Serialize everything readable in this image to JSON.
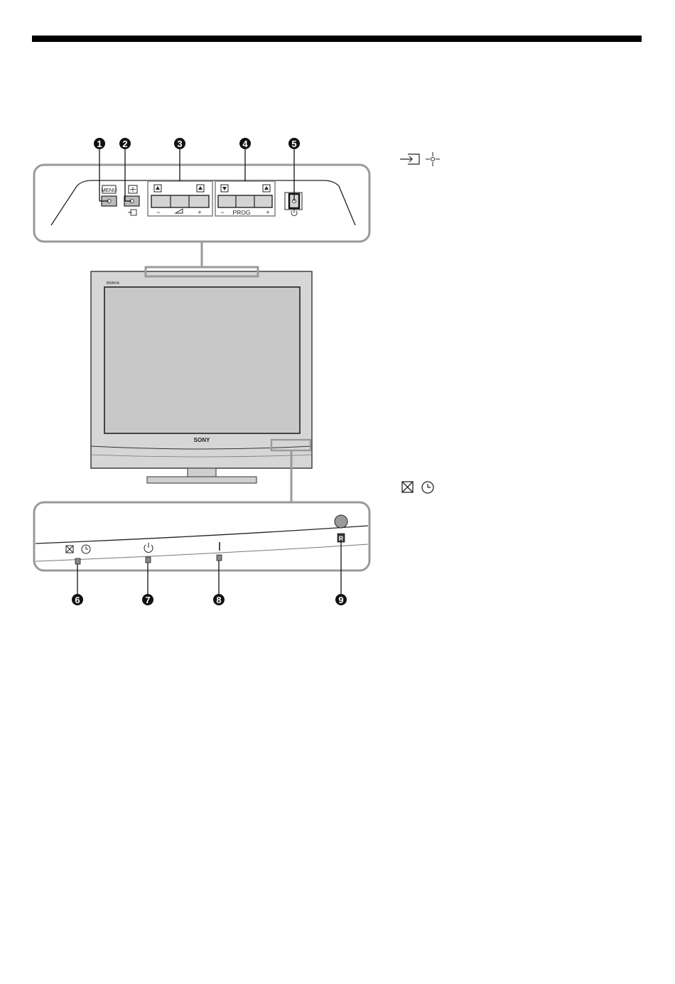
{
  "top_panel": {
    "menu_label": "MENU",
    "volume_minus": "−",
    "volume_plus": "+",
    "prog_minus": "−",
    "prog_label": "PROG",
    "prog_plus": "+"
  },
  "tv": {
    "brand_small": "BRAVIA",
    "brand_logo": "SONY"
  },
  "callouts": [
    "1",
    "2",
    "3",
    "4",
    "5",
    "6",
    "7",
    "8",
    "9"
  ],
  "bottom_panel": {
    "ir_label": "R"
  },
  "icons": {
    "input_select": "input-icon",
    "input_alt": "antenna-icon",
    "picture_off_timer": "picture-off-timer-icons",
    "standby": "standby-icon",
    "power": "power-icon"
  }
}
